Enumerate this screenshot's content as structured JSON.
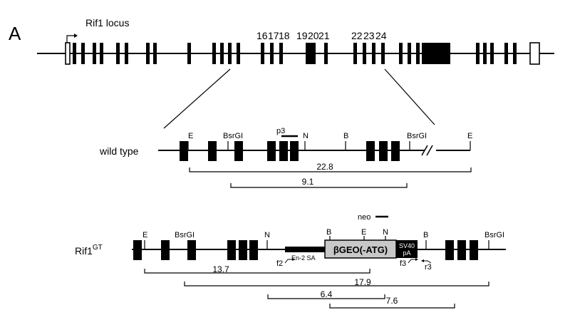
{
  "figure": {
    "panel_letter": "A",
    "locus_title": "Rif1 locus",
    "exon_numbers": [
      "16",
      "17",
      "18",
      "19",
      "20",
      "21",
      "22",
      "23",
      "24"
    ]
  },
  "wild_type": {
    "label": "wild type",
    "sites": [
      "E",
      "BsrGI",
      "N",
      "B",
      "BsrGI",
      "E"
    ],
    "probe": "p3",
    "distances": [
      "22.8",
      "9.1"
    ]
  },
  "gene_trap": {
    "label_base": "Rif1",
    "label_sup": "GT",
    "neo": "neo",
    "sites": [
      "E",
      "BsrGI",
      "N",
      "B",
      "E",
      "N",
      "B",
      "BsrGI"
    ],
    "en2_sa": "En-2 SA",
    "bgeo": "βGEO(-ATG)",
    "sv40_line1": "SV40",
    "sv40_line2": "pA",
    "primers": [
      "f2",
      "f3",
      "r3"
    ],
    "distances": [
      "13.7",
      "17.9",
      "6.4",
      "7.6"
    ]
  }
}
